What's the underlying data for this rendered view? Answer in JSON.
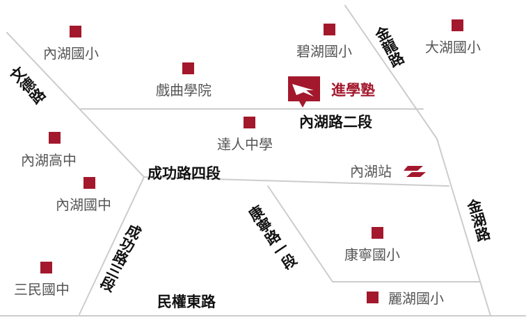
{
  "colors": {
    "background": "#ffffff",
    "road": "#cccccc",
    "marker": "#a3182c",
    "poi_text": "#555555",
    "road_text": "#111111",
    "brand": "#a3182c"
  },
  "brand": {
    "name": "進學塾",
    "icon": "map-pin-logo-icon"
  },
  "station": {
    "name": "內湖站",
    "icon": "metro-logo-icon"
  },
  "places": [
    {
      "name": "內湖國小"
    },
    {
      "name": "戲曲學院"
    },
    {
      "name": "碧湖國小"
    },
    {
      "name": "大湖國小"
    },
    {
      "name": "達人中學"
    },
    {
      "name": "內湖高中"
    },
    {
      "name": "內湖國中"
    },
    {
      "name": "康寧國小"
    },
    {
      "name": "三民國中"
    },
    {
      "name": "麗湖國小"
    }
  ],
  "roads": [
    {
      "name": "文德路"
    },
    {
      "name": "金龍路"
    },
    {
      "name": "內湖路二段"
    },
    {
      "name": "成功路四段"
    },
    {
      "name": "金湖路"
    },
    {
      "name": "康寧路一段"
    },
    {
      "name": "成功路三段"
    },
    {
      "name": "民權東路"
    }
  ]
}
